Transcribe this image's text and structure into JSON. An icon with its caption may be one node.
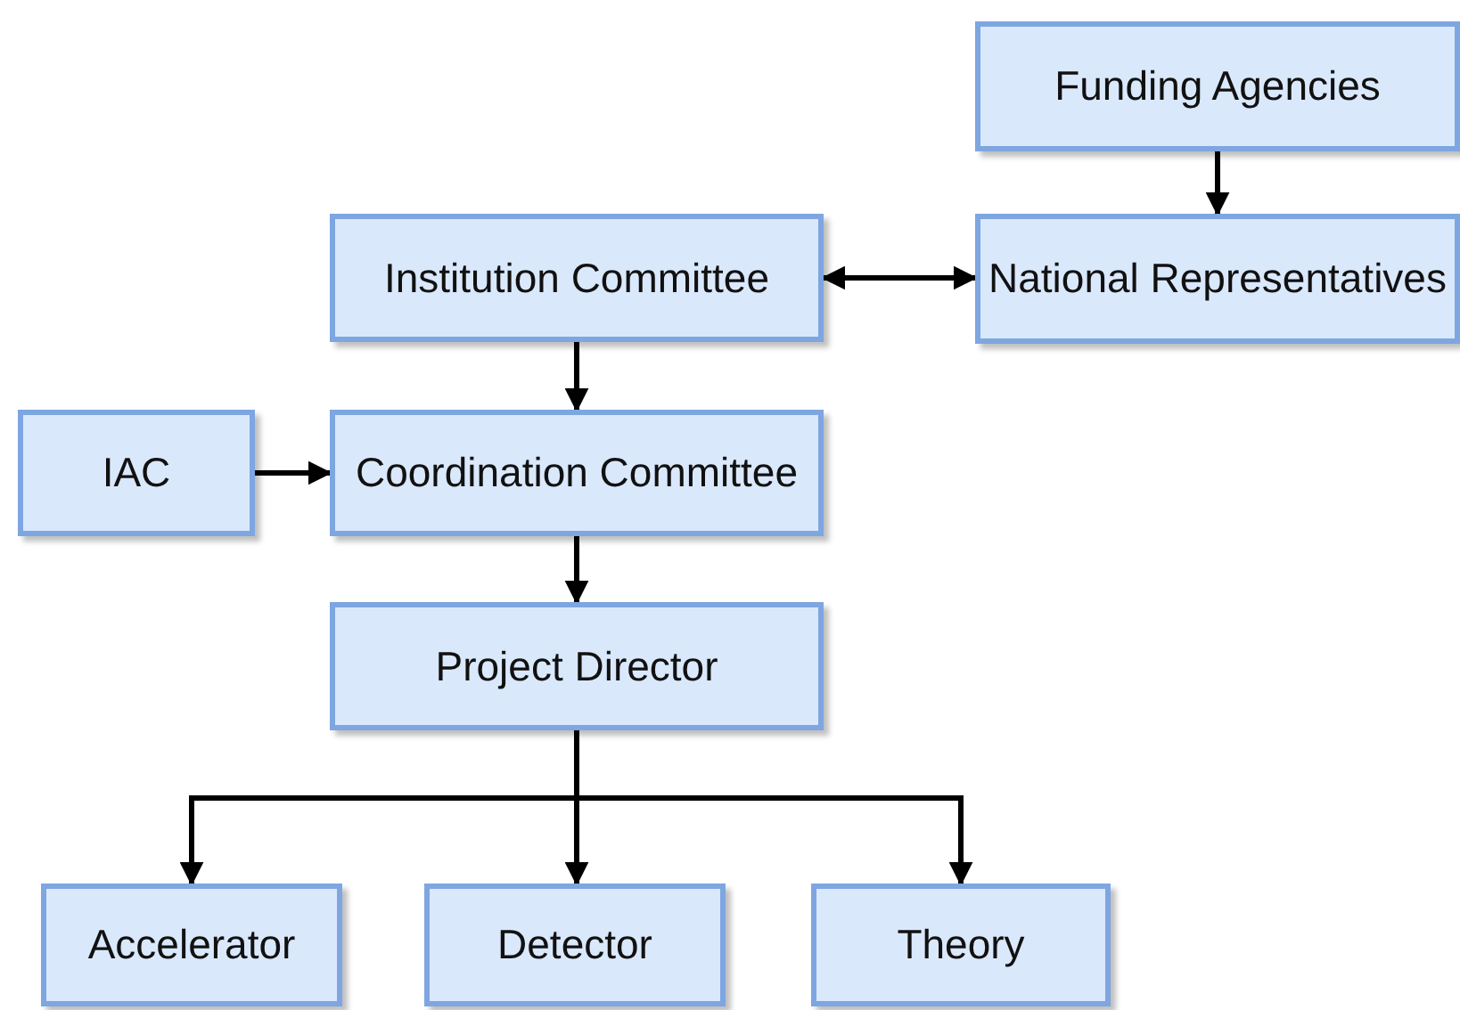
{
  "diagram": {
    "nodes": [
      {
        "text": [
          "Funding Agencies"
        ]
      },
      {
        "text": [
          "National Representatives"
        ]
      },
      {
        "text": [
          "Institution Committee"
        ]
      },
      {
        "text": [
          "IAC"
        ]
      },
      {
        "text": [
          "Coordination Committee"
        ]
      },
      {
        "text": [
          "Project Director"
        ]
      },
      {
        "text": [
          "Accelerator"
        ]
      },
      {
        "text": [
          "Detector"
        ]
      },
      {
        "text": [
          "Theory"
        ]
      }
    ],
    "edges": [
      {
        "from": 0,
        "to": 1,
        "arrow": "to"
      },
      {
        "from": 2,
        "to": 1,
        "arrow": "both"
      },
      {
        "from": 2,
        "to": 4,
        "arrow": "to"
      },
      {
        "from": 3,
        "to": 4,
        "arrow": "to"
      },
      {
        "from": 4,
        "to": 5,
        "arrow": "to"
      },
      {
        "from": 5,
        "to": 6,
        "arrow": "to"
      },
      {
        "from": 5,
        "to": 7,
        "arrow": "to"
      },
      {
        "from": 5,
        "to": 8,
        "arrow": "to"
      }
    ]
  }
}
